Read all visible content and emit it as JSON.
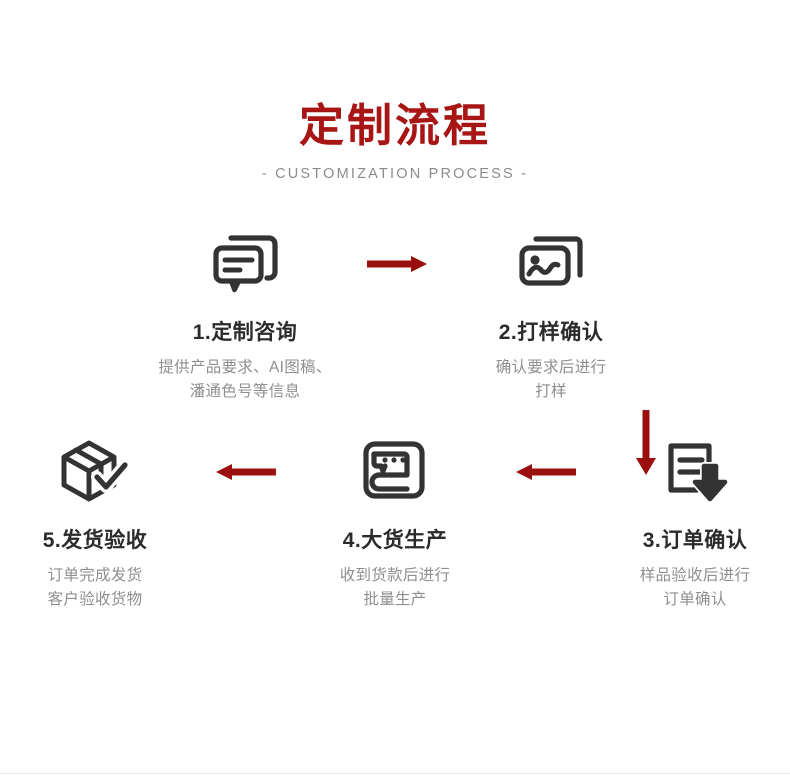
{
  "header": {
    "title": "定制流程",
    "subtitle": "- CUSTOMIZATION PROCESS -",
    "title_color": "#a81515",
    "subtitle_color": "#8c8c8c"
  },
  "theme": {
    "arrow_color": "#9b0f0f",
    "icon_color": "#333333",
    "step_title_color": "#2b2b2b",
    "step_desc_color": "#8f8f8f",
    "background": "#ffffff",
    "divider_color": "#e8e8e8"
  },
  "steps": [
    {
      "number": "1",
      "title": "1.定制咨询",
      "desc": "提供产品要求、AI图稿、\n潘通色号等信息",
      "desc_line1": "提供产品要求、AI图稿、",
      "desc_line2": "潘通色号等信息",
      "icon": "chat-bubbles-icon"
    },
    {
      "number": "2",
      "title": "2.打样确认",
      "desc": "确认要求后进行\n打样",
      "desc_line1": "确认要求后进行",
      "desc_line2": "打样",
      "icon": "image-frames-icon"
    },
    {
      "number": "3",
      "title": "3.订单确认",
      "desc": "样品验收后进行\n订单确认",
      "desc_line1": "样品验收后进行",
      "desc_line2": "订单确认",
      "icon": "document-download-icon"
    },
    {
      "number": "4",
      "title": "4.大货生产",
      "desc": "收到货款后进行\n批量生产",
      "desc_line1": "收到货款后进行",
      "desc_line2": "批量生产",
      "icon": "sewing-machine-icon"
    },
    {
      "number": "5",
      "title": "5.发货验收",
      "desc": "订单完成发货\n客户验收货物",
      "desc_line1": "订单完成发货",
      "desc_line2": "客户验收货物",
      "icon": "package-check-icon"
    }
  ],
  "arrows": [
    {
      "name": "arrow-step1-to-step2",
      "direction": "right"
    },
    {
      "name": "arrow-step2-to-step3",
      "direction": "down"
    },
    {
      "name": "arrow-step3-to-step4",
      "direction": "left"
    },
    {
      "name": "arrow-step4-to-step5",
      "direction": "left"
    }
  ]
}
